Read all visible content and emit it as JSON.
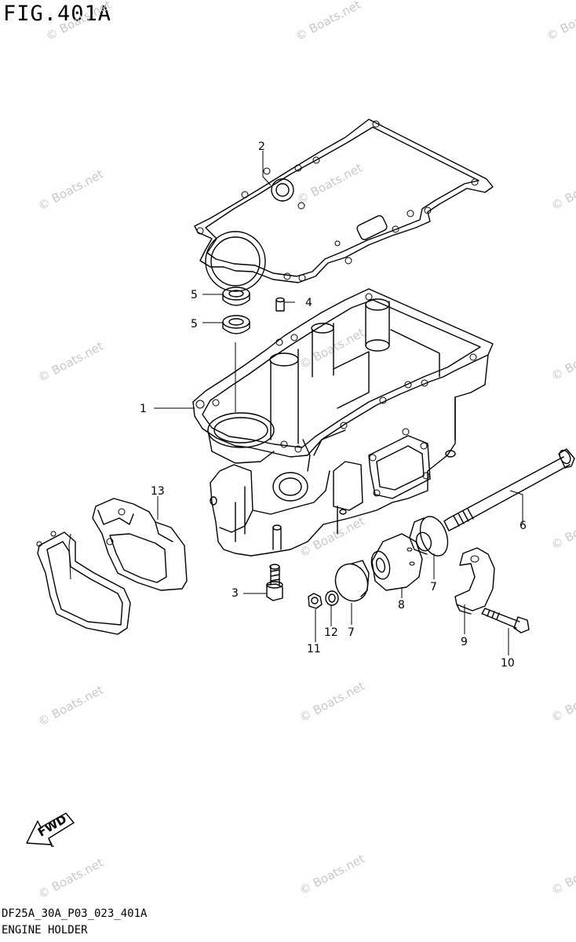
{
  "figure": {
    "title": "FIG.401A"
  },
  "footer": {
    "code": "DF25A_30A_P03_023_401A",
    "name": "ENGINE HOLDER"
  },
  "watermark": "© Boats.net",
  "arrow_label": "FWD",
  "callouts": {
    "c1": "1",
    "c2": "2",
    "c3": "3",
    "c4": "4",
    "c5a": "5",
    "c5b": "5",
    "c6": "6",
    "c7a": "7",
    "c7b": "7",
    "c8": "8",
    "c9": "9",
    "c10": "10",
    "c11": "11",
    "c12": "12",
    "c13": "13"
  }
}
